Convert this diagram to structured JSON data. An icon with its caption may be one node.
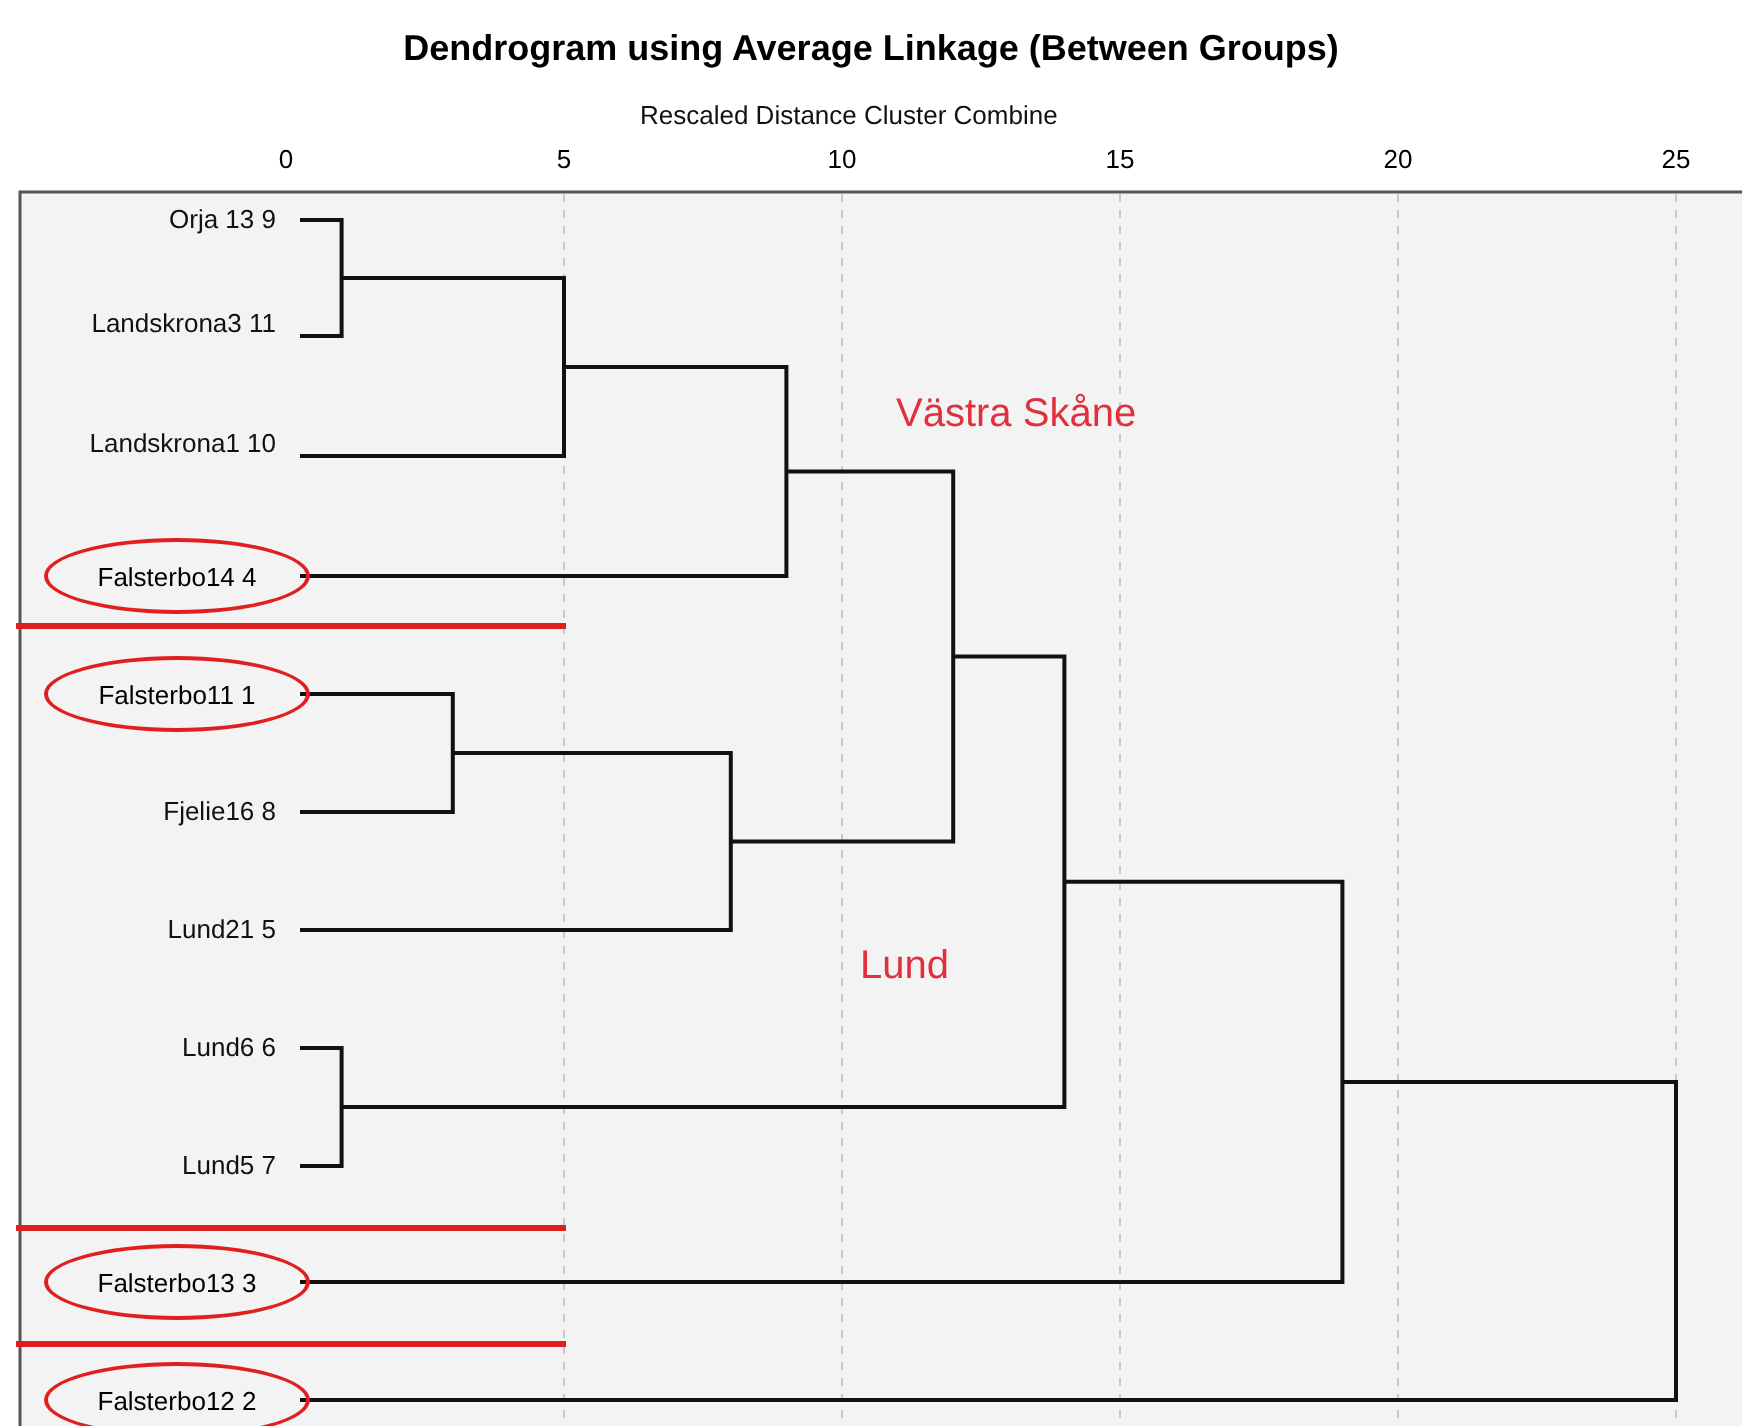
{
  "diagram": {
    "title": "Dendrogram using Average Linkage (Between Groups)",
    "nodes": [
      {
        "text": [
          "Falsterbo14 4"
        ]
      },
      {
        "text": [
          "Falsterbo11 1"
        ]
      },
      {
        "text": [
          "Falsterbo13 3"
        ]
      },
      {
        "text": [
          "Falsterbo12 2"
        ]
      }
    ],
    "labels": [
      "Rescaled Distance Cluster Combine",
      "0",
      "5",
      "10",
      "15",
      "20",
      "25",
      "Orja 13 9",
      "Landskrona3 11",
      "Västra Skåne",
      "Landskrona1 10",
      "Fjelie16 8",
      "Lund21 5",
      "Lund",
      "Lund6 6",
      "Lund5 7"
    ]
  }
}
